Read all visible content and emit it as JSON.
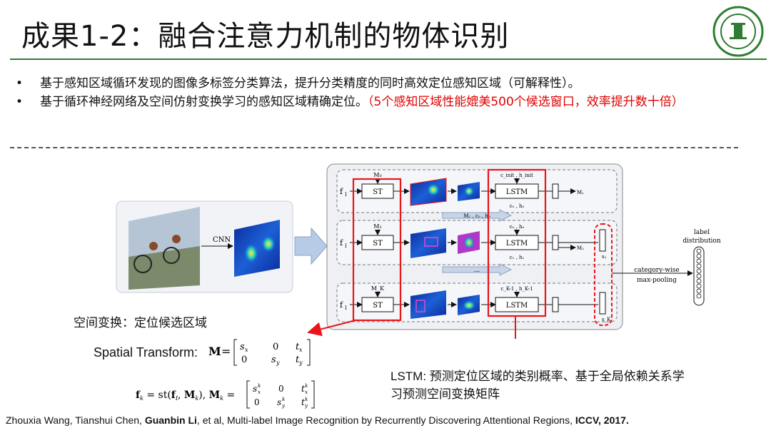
{
  "title": "成果1-2：融合注意力机制的物体识别",
  "bullets": [
    {
      "text": "基于感知区域循环发现的图像多标签分类算法，提升分类精度的同时高效定位感知区域（可解释性）。"
    },
    {
      "text": "基于循环神经网络及空间仿射变换学习的感知区域精确定位。",
      "highlight": "（5个感知区域性能媲美500个候选窗口，效率提升数十倍）"
    }
  ],
  "diagram": {
    "cnn_label": "CNN",
    "input_feature": "f",
    "input_sub": "I",
    "rows": [
      {
        "m": "M₀",
        "st": "ST",
        "lstm": "LSTM",
        "state_in": "c_init , h_init",
        "state_out": "c₀ , h₀",
        "out": "M₁"
      },
      {
        "m": "M₁",
        "st": "ST",
        "lstm": "LSTM",
        "state_in": "c₀ , h₀",
        "state_out": "c₁ , h₁",
        "out": "M₂",
        "score": "s₁"
      },
      {
        "m": "M_K",
        "st": "ST",
        "lstm": "LSTM",
        "state_in": "c_K-1 , h_K-1",
        "score": "s_K"
      }
    ],
    "between_label": "M₁ , c₀ , h₀",
    "ellipsis": "...",
    "pool_label_1": "category-wise",
    "pool_label_2": "max-pooling",
    "label_dist_1": "label",
    "label_dist_2": "distribution"
  },
  "spatial_caption": "空间变换：定位候选区域",
  "spatial_transform_label": "Spatial Transform:",
  "lstm_caption": "LSTM: 预测定位区域的类别概率、基于全局依赖关系学习预测空间变换矩阵",
  "citation": {
    "authors_pre": "Zhouxia Wang, Tianshui Chen, ",
    "author_bold": "Guanbin Li",
    "authors_post": ", et al, Multi-label Image Recognition by Recurrently Discovering Attentional Regions, ",
    "venue": "ICCV, 2017."
  },
  "colors": {
    "accent_green": "#2e7d32",
    "highlight_red": "#e00000",
    "box_red": "#e8161b"
  }
}
